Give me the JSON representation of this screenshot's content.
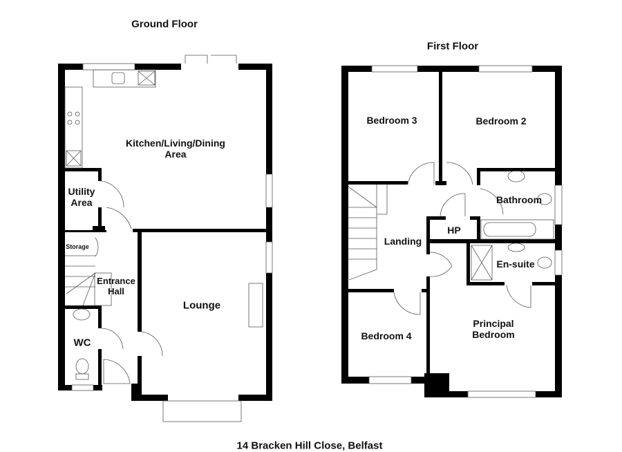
{
  "title": "14 Bracken Hill Close, Belfast",
  "ground_floor": {
    "heading": "Ground Floor",
    "rooms": {
      "kitchen": "Kitchen/Living/Dining\nArea",
      "utility": "Utility\nArea",
      "storage": "Storage",
      "hall": "Entrance\nHall",
      "lounge": "Lounge",
      "wc": "WC"
    }
  },
  "first_floor": {
    "heading": "First Floor",
    "rooms": {
      "bedroom3": "Bedroom 3",
      "bedroom2": "Bedroom 2",
      "bathroom": "Bathroom",
      "hp": "HP",
      "landing": "Landing",
      "ensuite": "En-suite",
      "bedroom4": "Bedroom 4",
      "principal": "Principal\nBedroom"
    }
  },
  "colors": {
    "wall": "#000000",
    "fixture": "#555555"
  }
}
